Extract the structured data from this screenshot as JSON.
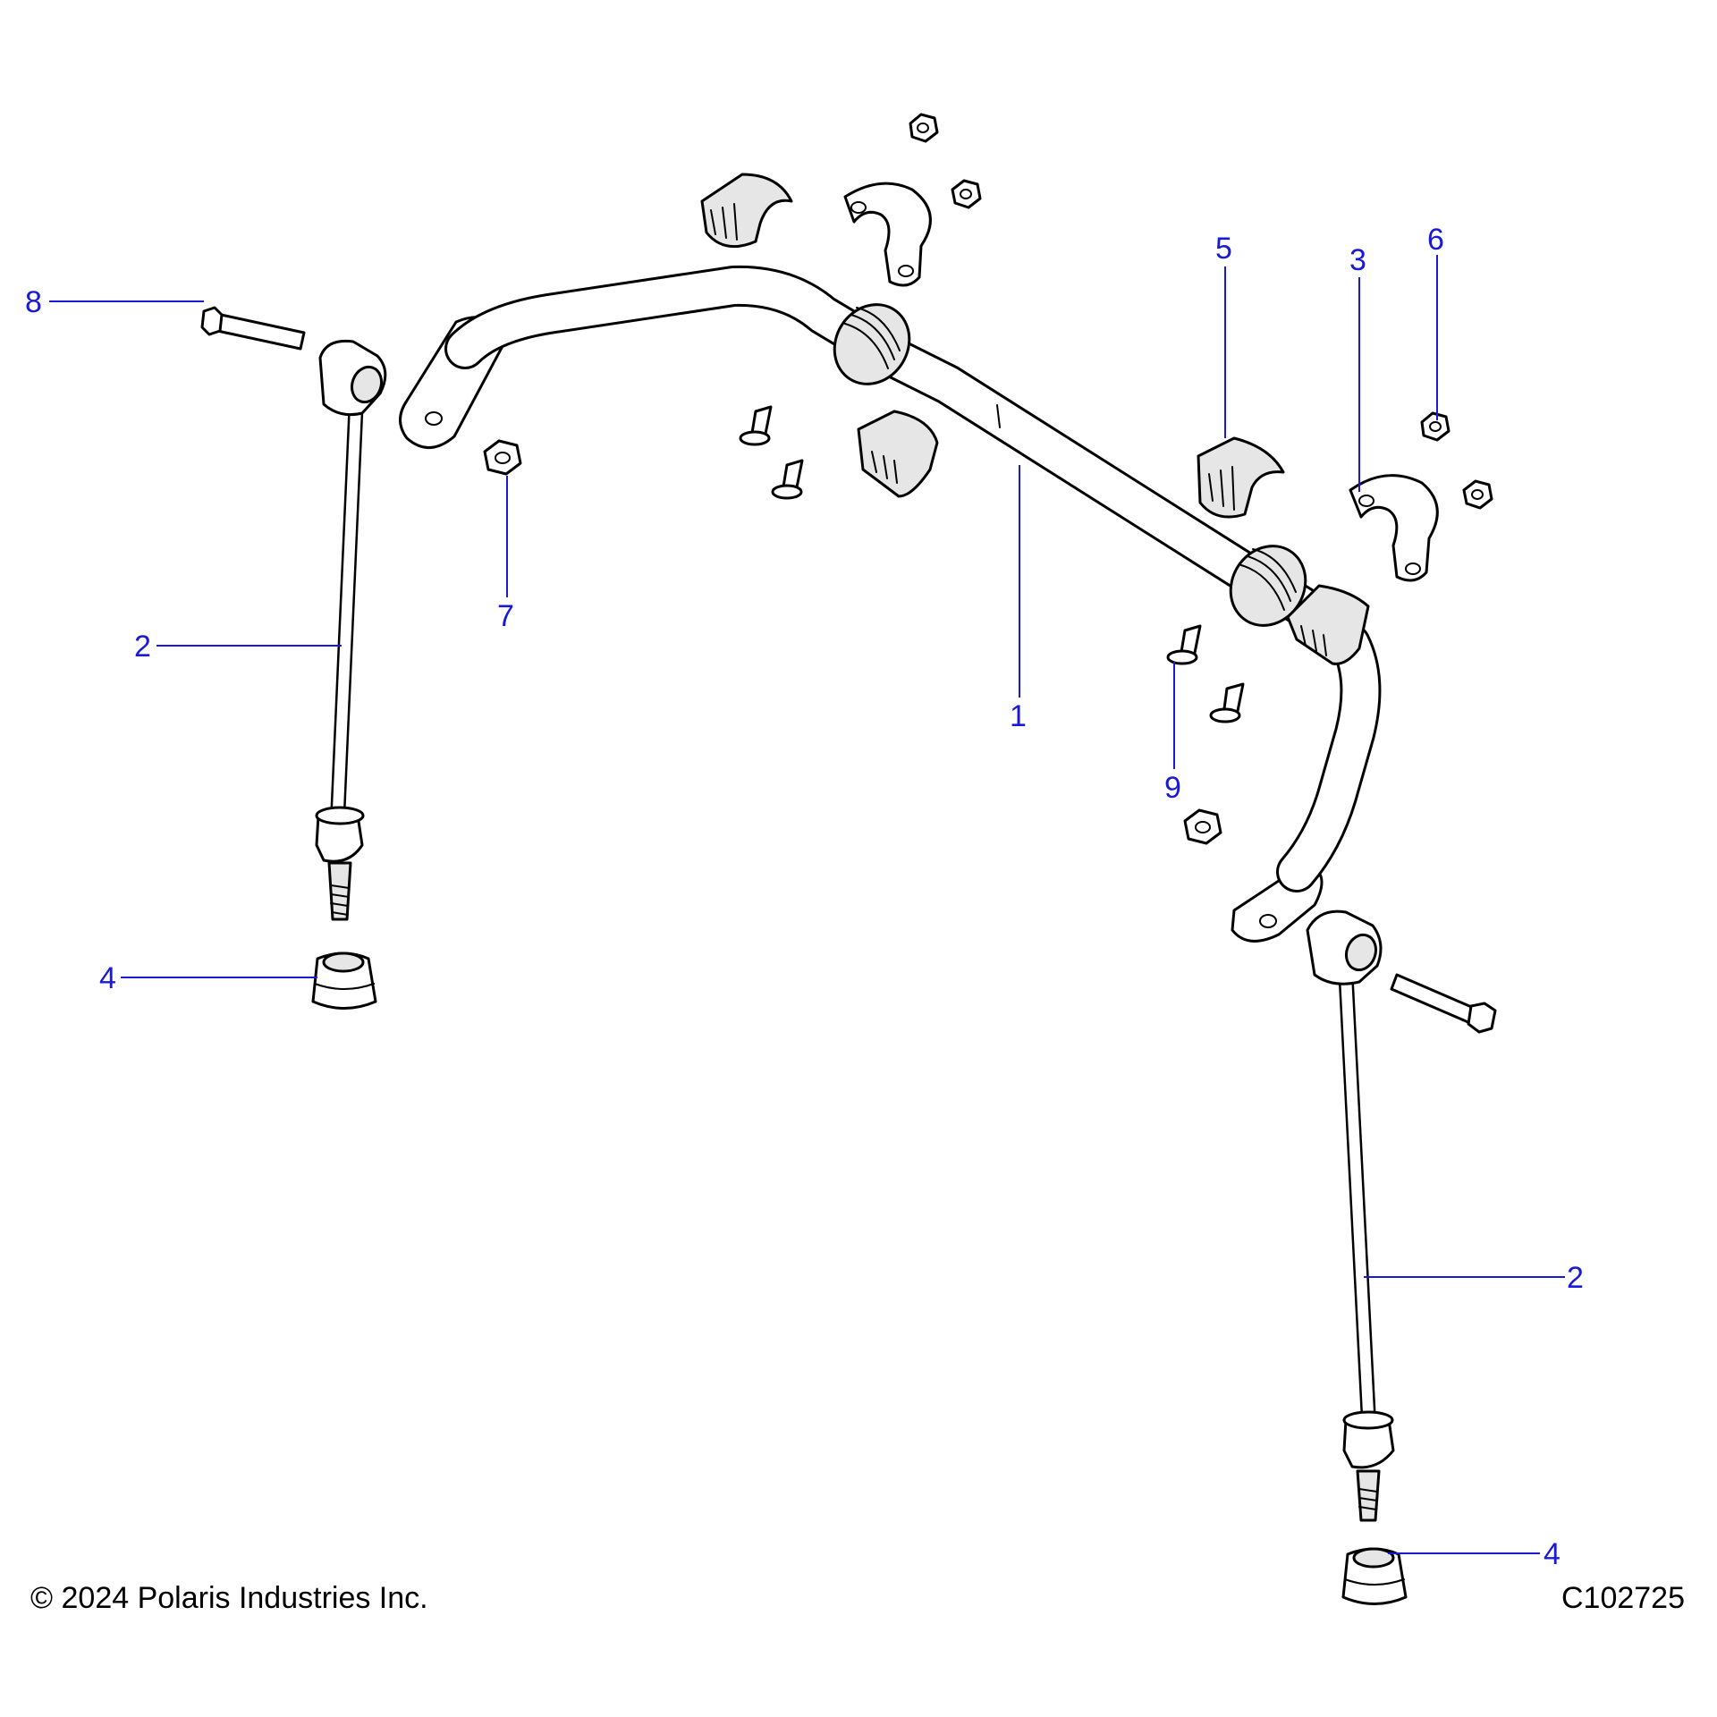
{
  "diagram": {
    "callouts": [
      {
        "label": "1"
      },
      {
        "label": "2"
      },
      {
        "label": "2"
      },
      {
        "label": "3"
      },
      {
        "label": "4"
      },
      {
        "label": "4"
      },
      {
        "label": "5"
      },
      {
        "label": "6"
      },
      {
        "label": "7"
      },
      {
        "label": "8"
      },
      {
        "label": "9"
      }
    ],
    "colors": {
      "callout": "#1a1ad6",
      "line": "#000000",
      "background": "#ffffff"
    }
  },
  "footer": {
    "copyright": "© 2024 Polaris Industries Inc.",
    "drawing_id": "C102725"
  }
}
